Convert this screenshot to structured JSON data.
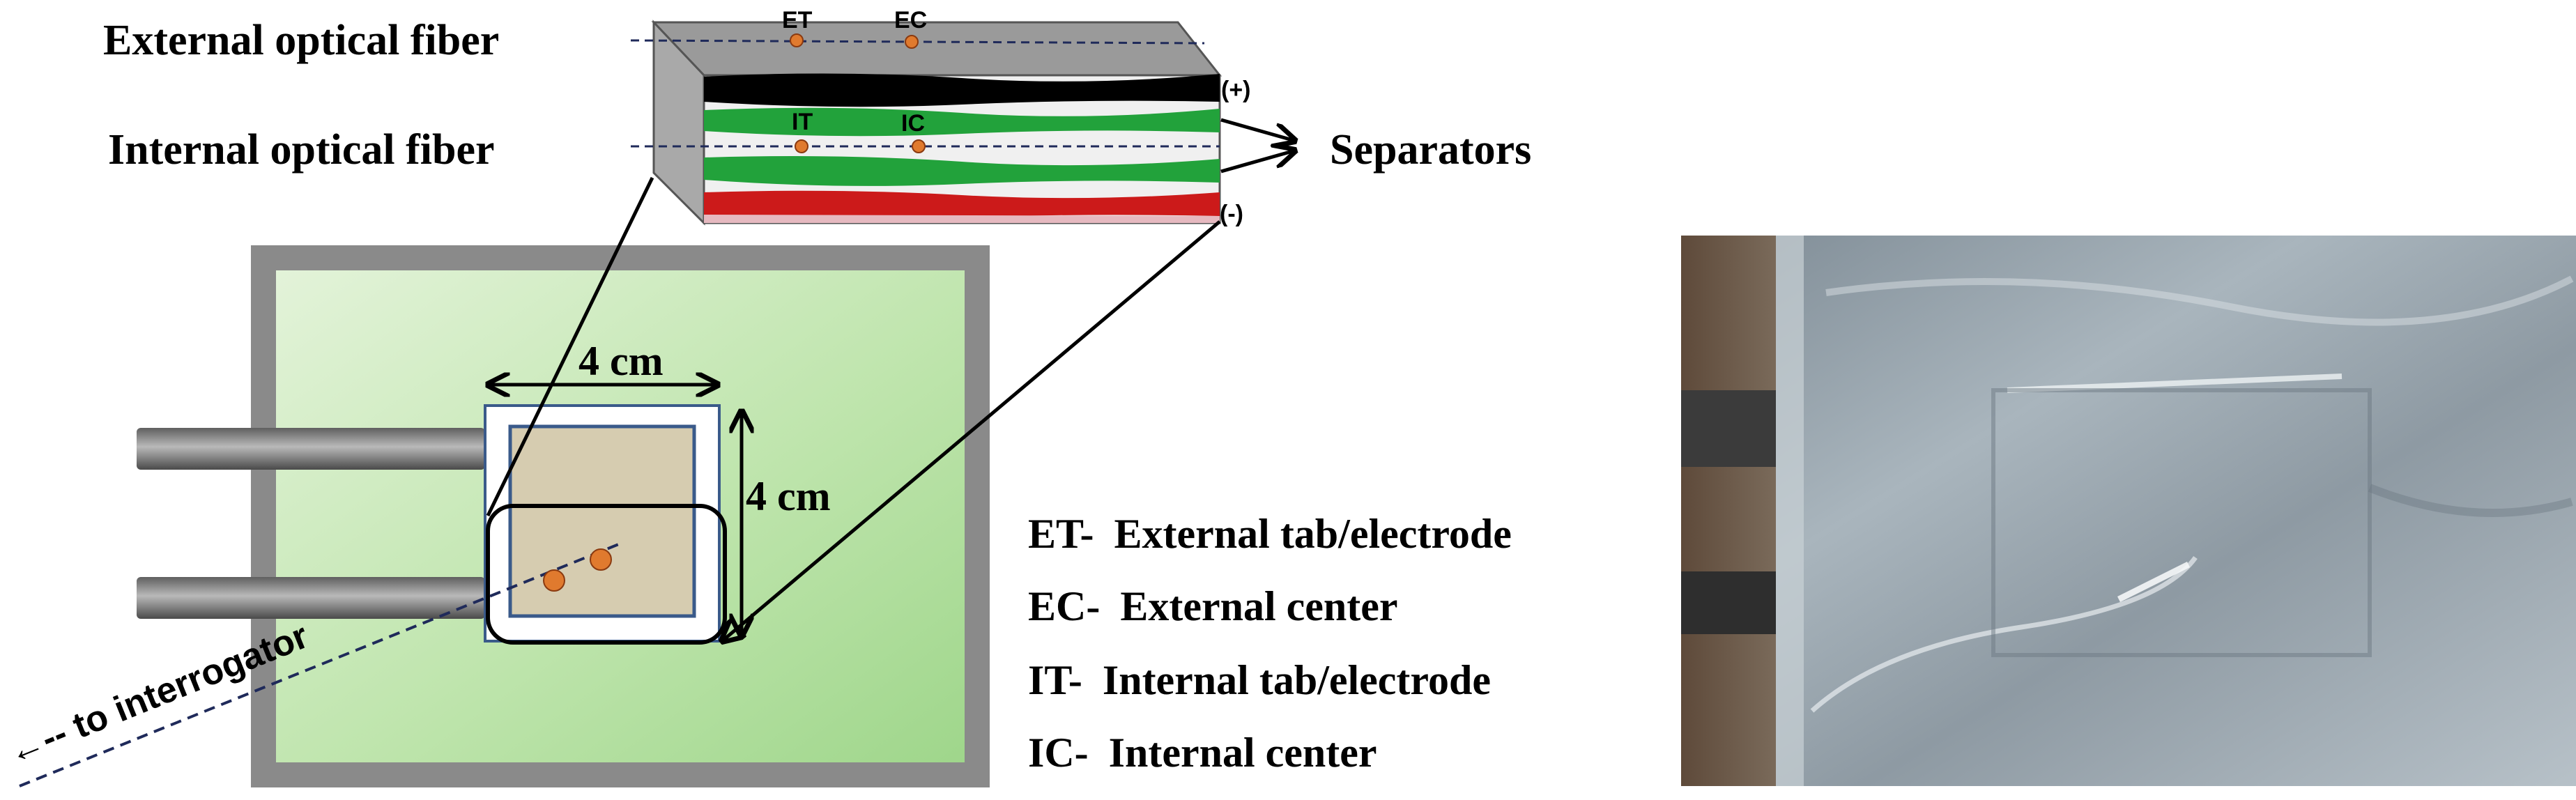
{
  "labels": {
    "external_fiber": "External optical fiber",
    "internal_fiber": "Internal optical fiber",
    "separators": "Separators",
    "positive": "(+)",
    "negative": "(-)",
    "point_et": "ET",
    "point_ec": "EC",
    "point_it": "IT",
    "point_ic": "IC",
    "width_dim": "4 cm",
    "height_dim": "4 cm",
    "to_interrogator": "←-- to interrogator"
  },
  "legend": [
    {
      "code": "ET-",
      "text": "External tab/electrode"
    },
    {
      "code": "EC-",
      "text": "External center"
    },
    {
      "code": "IT-",
      "text": "Internal tab/electrode"
    },
    {
      "code": "IC-",
      "text": "Internal center"
    }
  ],
  "colors": {
    "sensor_point": "#e07a2e",
    "fiber_dashed": "#1f2a5a",
    "cathode_layer": "#000000",
    "separator_layer": "#22a23b",
    "anode_layer": "#cc1a1a",
    "pouch_fill": "#b7e0a6",
    "frame_gray": "#8a8a8a",
    "electrode_fill": "#d6ccb0",
    "electrode_border": "#3a5a8a"
  }
}
